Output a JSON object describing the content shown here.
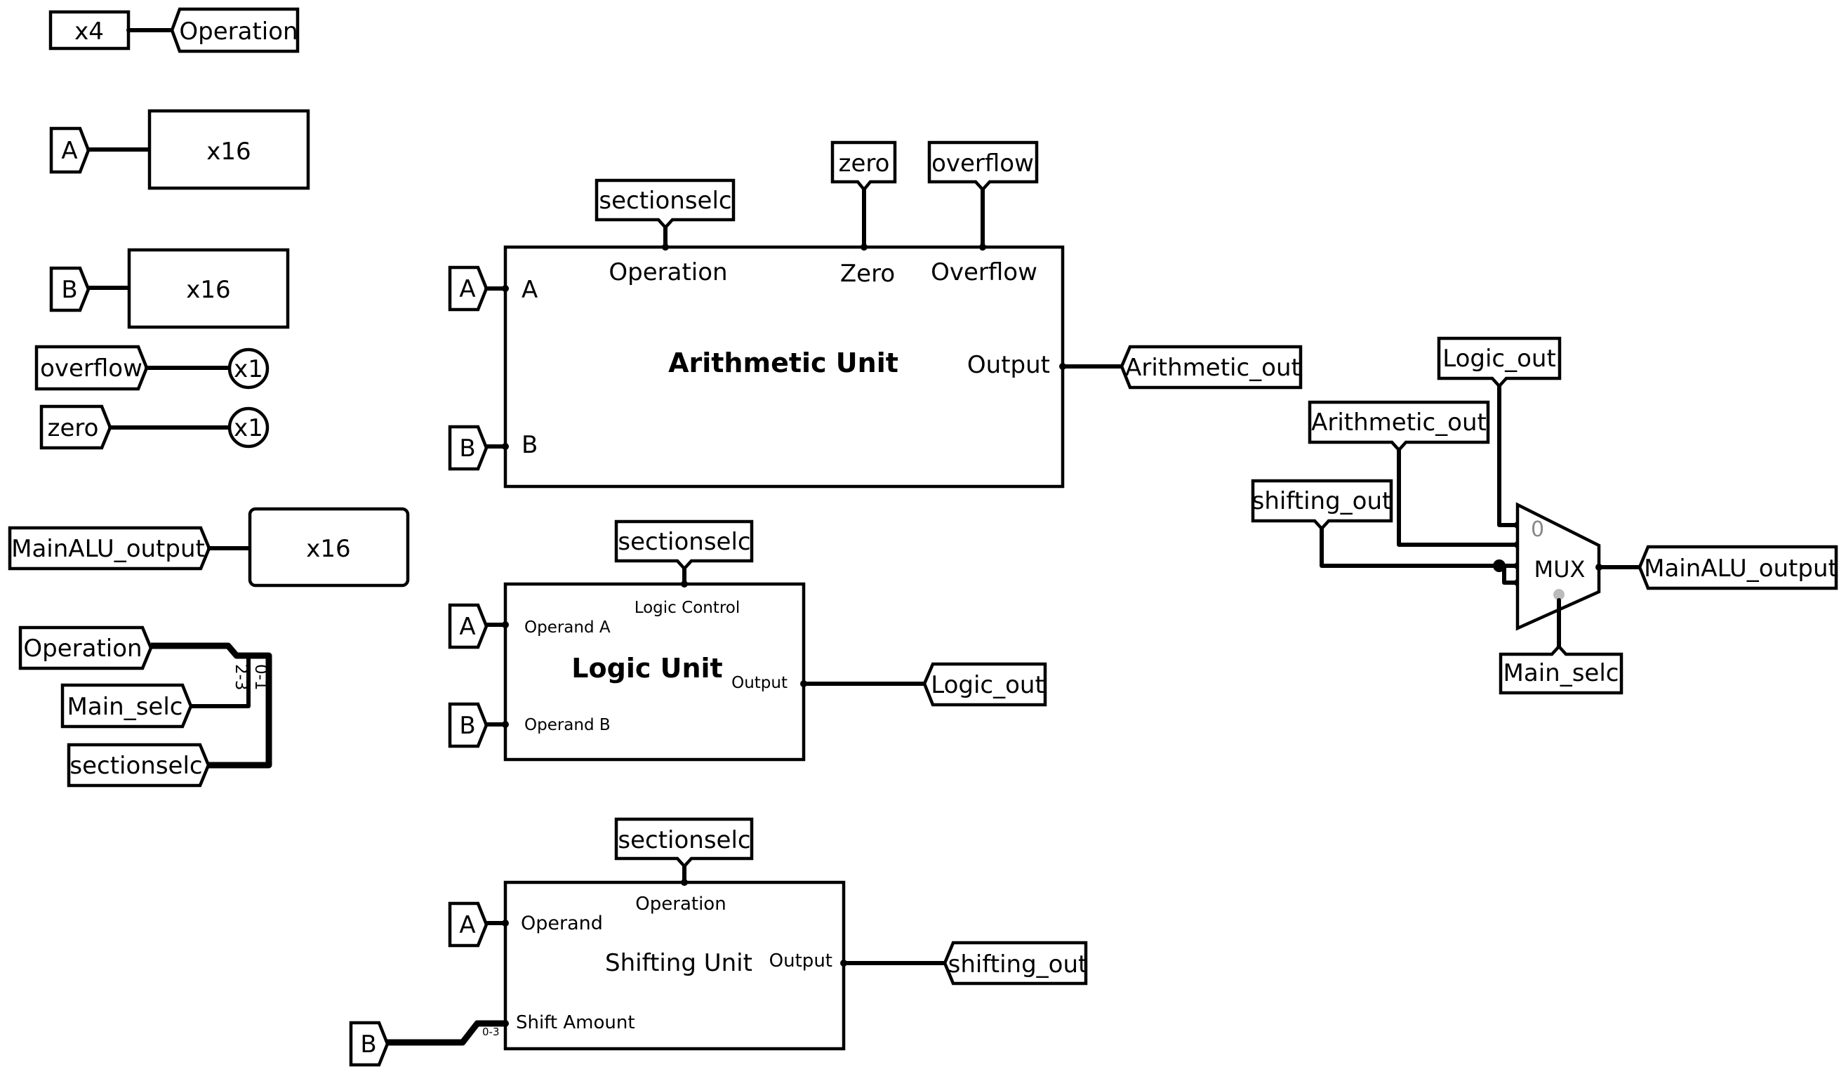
{
  "legend_tunnels": {
    "operation_width": {
      "width": "x4",
      "tag": "Operation"
    },
    "a_width": {
      "tag": "A",
      "width": "x16"
    },
    "b_width": {
      "tag": "B",
      "width": "x16"
    },
    "overflow_probe": {
      "tag": "overflow",
      "width": "x1"
    },
    "zero_probe": {
      "tag": "zero",
      "width": "x1"
    },
    "output_width": {
      "tag": "MainALU_output",
      "width": "x16"
    }
  },
  "splitter": {
    "source": "Operation",
    "outputs": [
      "Main_selc",
      "sectionselc"
    ],
    "bit_labels": [
      "2-3",
      "0-1"
    ]
  },
  "arithmetic_unit": {
    "title": "Arithmetic Unit",
    "in_a_tag": "A",
    "in_b_tag": "B",
    "port_a": "A",
    "port_b": "B",
    "port_operation": "Operation",
    "port_zero": "Zero",
    "port_overflow": "Overflow",
    "port_output": "Output",
    "tag_operation": "sectionselc",
    "tag_zero": "zero",
    "tag_overflow": "overflow",
    "tag_output": "Arithmetic_out"
  },
  "logic_unit": {
    "title": "Logic Unit",
    "in_a_tag": "A",
    "in_b_tag": "B",
    "port_a": "Operand A",
    "port_b": "Operand B",
    "port_control": "Logic Control",
    "port_output": "Output",
    "tag_control": "sectionselc",
    "tag_output": "Logic_out"
  },
  "shifting_unit": {
    "title": "Shifting Unit",
    "in_a_tag": "A",
    "in_b_tag": "B",
    "port_operand": "Operand",
    "port_shift": "Shift Amount",
    "port_operation": "Operation",
    "port_output": "Output",
    "tag_operation": "sectionselc",
    "tag_output": "shifting_out",
    "shift_bits": "0-3"
  },
  "mux": {
    "title": "MUX",
    "input_zero_label": "0",
    "in_logic": "Logic_out",
    "in_arith": "Arithmetic_out",
    "in_shift": "shifting_out",
    "select": "Main_selc",
    "output": "MainALU_output"
  }
}
